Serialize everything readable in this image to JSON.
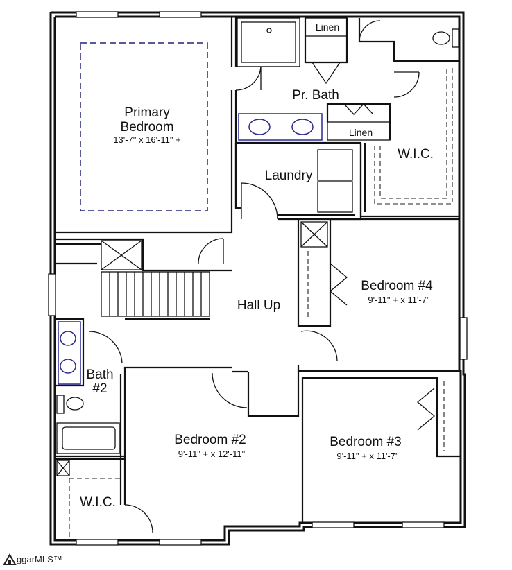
{
  "rooms": {
    "primary_bedroom": {
      "line1": "Primary",
      "line2": "Bedroom",
      "dims": "13'-7\" x 16'-11\" +"
    },
    "primary_bath": {
      "label": "Pr. Bath"
    },
    "linen_top": {
      "label": "Linen"
    },
    "linen_bottom": {
      "label": "Linen"
    },
    "wic_primary": {
      "label": "W.I.C."
    },
    "laundry": {
      "label": "Laundry"
    },
    "hall": {
      "label": "Hall Up"
    },
    "bedroom4": {
      "label": "Bedroom #4",
      "dims": "9'-11\" + x 11'-7\""
    },
    "bath2": {
      "line1": "Bath",
      "line2": "#2"
    },
    "bedroom2": {
      "label": "Bedroom #2",
      "dims": "9'-11\" + x 12'-11\""
    },
    "bedroom3": {
      "label": "Bedroom #3",
      "dims": "9'-11\" + x 11'-7\""
    },
    "wic_bed2": {
      "label": "W.I.C."
    }
  },
  "watermark": {
    "text": "ggarMLS™"
  }
}
